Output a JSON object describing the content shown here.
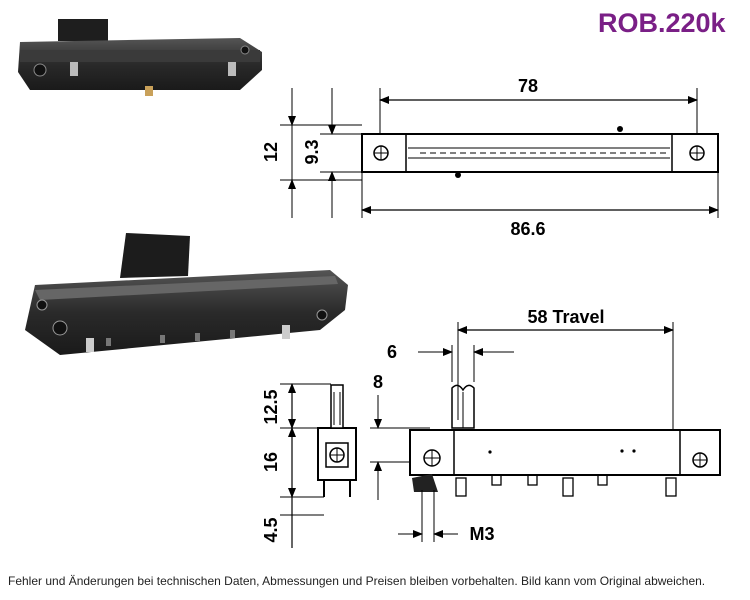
{
  "title": "ROB.220k",
  "footer": "Fehler und Änderungen bei technischen Daten, Abmessungen und Preisen bleiben vorbehalten. Bild kann vom Original abweichen.",
  "dimensions": {
    "top_length": "78",
    "total_length": "86.6",
    "height_outer": "12",
    "height_inner": "9.3",
    "travel": "58 Travel",
    "knob_width": "6",
    "knob_height": "8",
    "side_top": "12.5",
    "side_mid": "16",
    "side_bottom": "4.5",
    "screw": "M3"
  },
  "colors": {
    "title": "#7a1f86",
    "line": "#000000",
    "body_dark": "#2a2a2a"
  }
}
